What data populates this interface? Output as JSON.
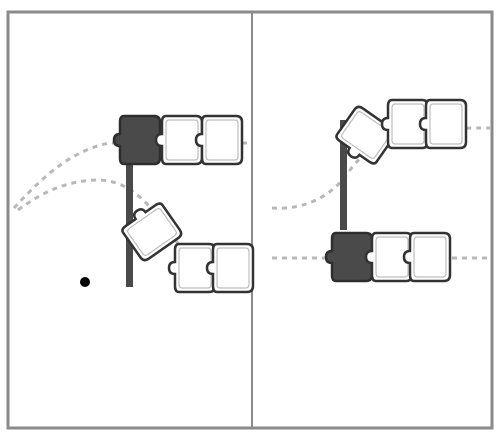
{
  "colors": {
    "frame": "#8a8a8a",
    "path": "#b8b8b8",
    "carriage_dark": "#4a4a4a",
    "carriage_outline": "#333333",
    "carriage_fill_light": "#ffffff",
    "point": "#000000"
  },
  "panels": [
    {
      "name": "left-panel",
      "cars": [
        "dark-lead",
        "light",
        "light",
        "light-angled",
        "light",
        "light"
      ]
    },
    {
      "name": "right-panel",
      "cars": [
        "light-angled",
        "light",
        "light",
        "dark-lead",
        "light",
        "light"
      ]
    }
  ]
}
